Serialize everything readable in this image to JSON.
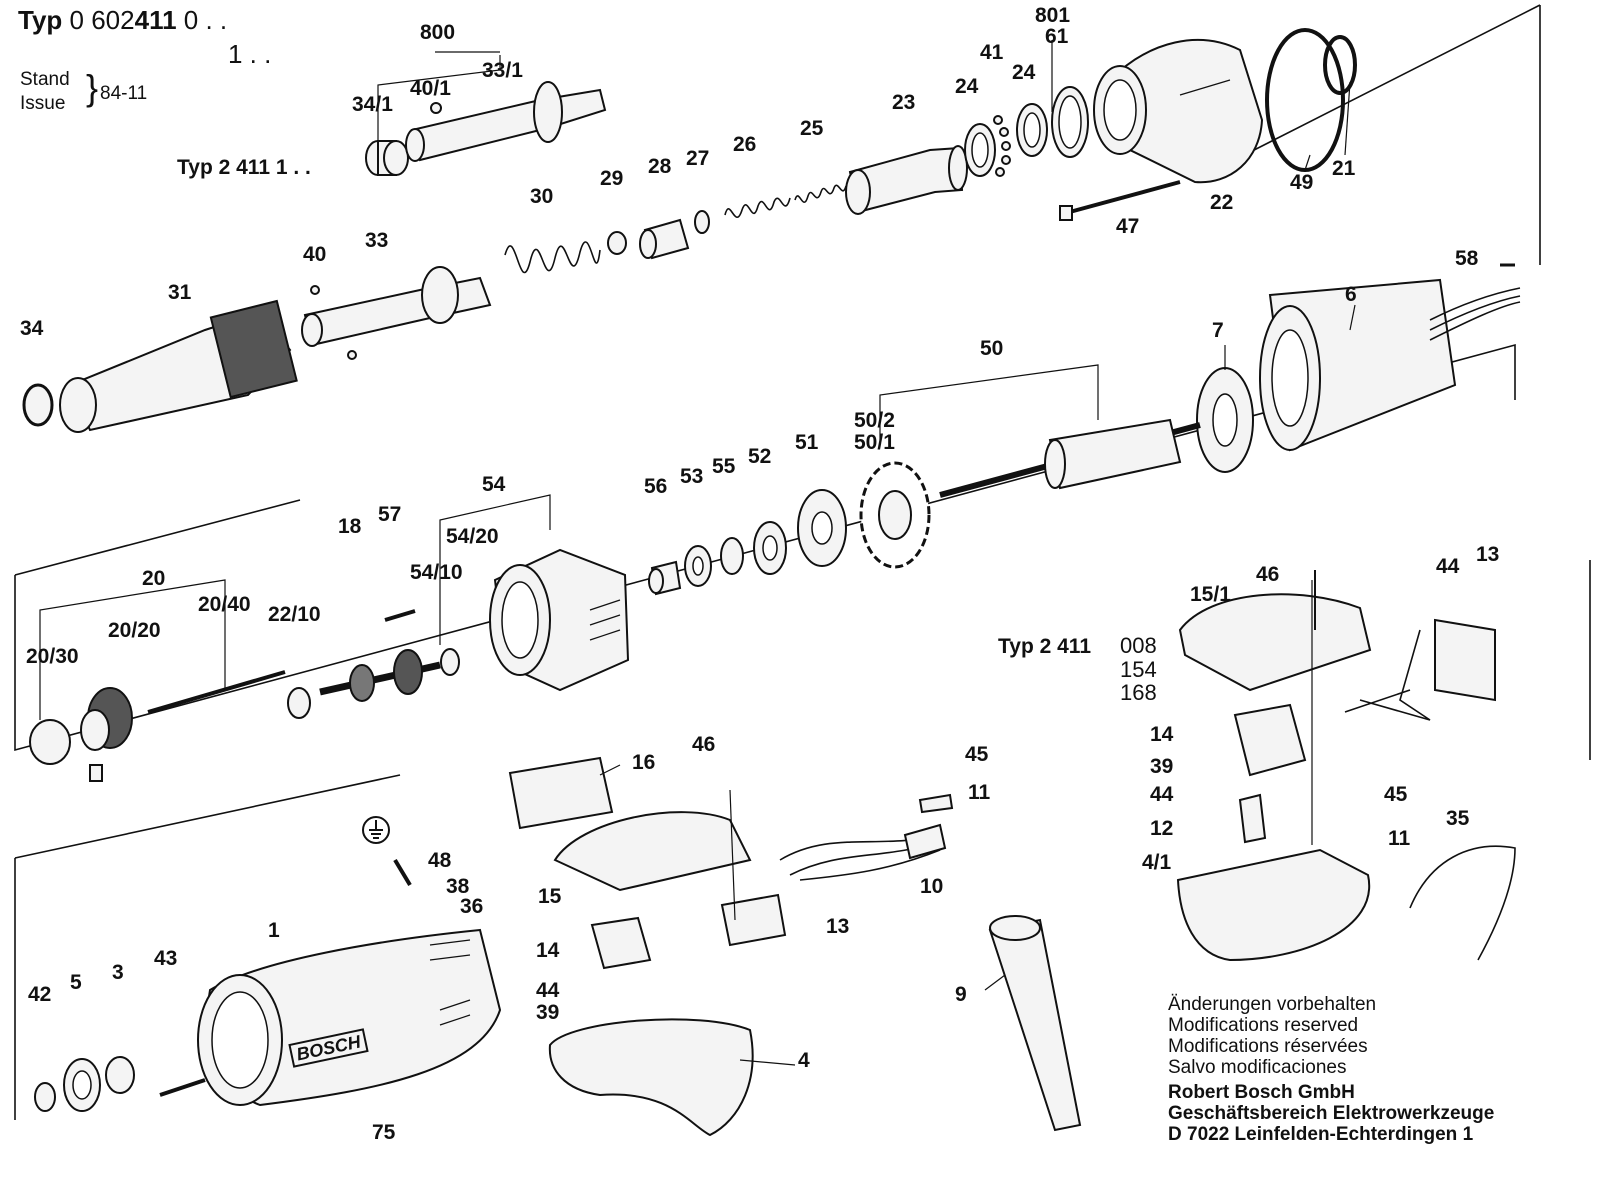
{
  "header": {
    "typ_word": "Typ",
    "typ_prefix": "0 602",
    "typ_bold": "411",
    "typ_suffix1": "0 . .",
    "typ_suffix2": "1 . .",
    "stand_label": "Stand",
    "issue_label": "Issue",
    "stand_value": "84-11"
  },
  "variant_labels": {
    "typ_a": "Typ  2  411  1 . .",
    "typ_b_prefix": "Typ  2  411",
    "typ_b_values": [
      "008",
      "154",
      "168"
    ]
  },
  "part_labels": {
    "p800": "800",
    "p34_1": "34/1",
    "p40_1": "40/1",
    "p33_1": "33/1",
    "p801": "801",
    "p61": "61",
    "p41": "41",
    "p24a": "24",
    "p24b": "24",
    "p23": "23",
    "p25": "25",
    "p26": "26",
    "p27": "27",
    "p28": "28",
    "p29": "29",
    "p30": "30",
    "p31": "31",
    "p33": "33",
    "p34": "34",
    "p40": "40",
    "p49": "49",
    "p21": "21",
    "p22": "22",
    "p47": "47",
    "p58": "58",
    "p6": "6",
    "p7": "7",
    "p50": "50",
    "p50_2": "50/2",
    "p50_1": "50/1",
    "p51": "51",
    "p52": "52",
    "p55": "55",
    "p53": "53",
    "p56": "56",
    "p54": "54",
    "p54_20": "54/20",
    "p54_10": "54/10",
    "p57": "57",
    "p18": "18",
    "p20": "20",
    "p20_20": "20/20",
    "p20_40": "20/40",
    "p20_30": "20/30",
    "p22_10": "22/10",
    "p46a": "46",
    "p15_1": "15/1",
    "p44a": "44",
    "p13a": "13",
    "p14a": "14",
    "p39a": "39",
    "p44b": "44",
    "p12": "12",
    "p4_1": "4/1",
    "p45a": "45",
    "p11a": "11",
    "p45b": "45",
    "p11b": "11",
    "p35": "35",
    "p16": "16",
    "p46b": "46",
    "p10": "10",
    "p15": "15",
    "p13b": "13",
    "p14b": "14",
    "p44c": "44",
    "p39b": "39",
    "p4": "4",
    "p9": "9",
    "p48": "48",
    "p38": "38",
    "p36": "36",
    "p1": "1",
    "p42": "42",
    "p5": "5",
    "p3": "3",
    "p43": "43",
    "p75": "75"
  },
  "brand_on_housing": "BOSCH",
  "icons": [
    "ground-symbol-icon"
  ],
  "notes": {
    "lines": [
      "Änderungen vorbehalten",
      "Modifications reserved",
      "Modifications réservées",
      "Salvo modificaciones"
    ],
    "company": [
      "Robert Bosch GmbH",
      "Geschäftsbereich Elektrowerkzeuge",
      "D 7022 Leinfelden-Echterdingen 1"
    ]
  }
}
